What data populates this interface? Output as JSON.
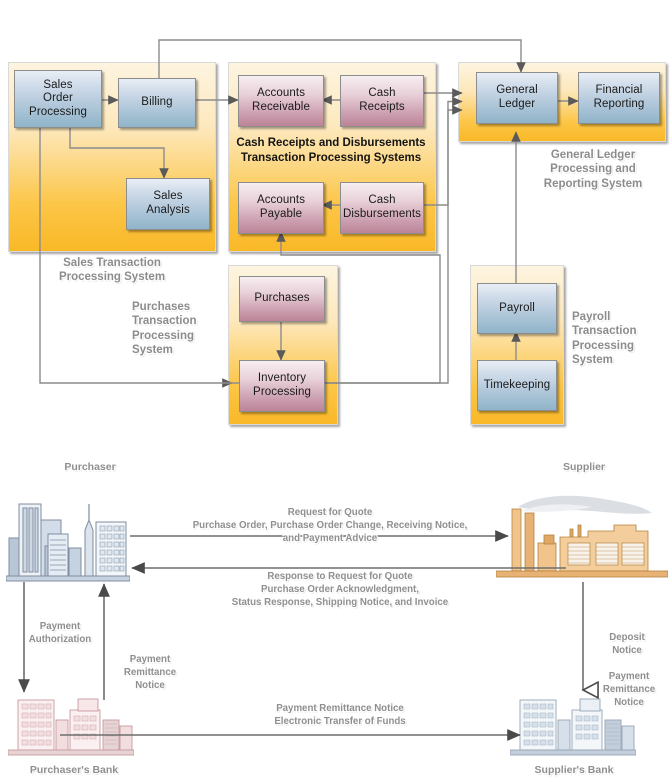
{
  "diagram": {
    "title": "Transaction Processing Systems and EDI Trading Partner Flows",
    "colors": {
      "panel_top": "#fdf4e0",
      "panel_bottom": "#f9b827",
      "box_blue": "#a9c3d6",
      "box_rose": "#cc9fb0",
      "connector": "#8c8c8c",
      "caption_text": "#8c8c8c",
      "city_blue": "#c9d4e2",
      "factory_tan": "#f0c48a",
      "bank_pink": "#f2dede",
      "bank_blue": "#d6e0ea"
    }
  },
  "top_diagram": {
    "panels": {
      "sales": {
        "caption": "Sales Transaction\nProcessing System"
      },
      "cash": {
        "inner_label": "Cash Receipts and Disbursements\nTransaction Processing Systems"
      },
      "general_ledger": {
        "caption": "General Ledger\nProcessing and\nReporting System"
      },
      "purchases": {
        "caption": "Purchases\nTransaction\nProcessing\nSystem"
      },
      "payroll": {
        "caption": "Payroll\nTransaction\nProcessing\nSystem"
      }
    },
    "boxes": [
      {
        "id": "sales-order-processing",
        "label": "Sales\nOrder\nProcessing",
        "style": "blue"
      },
      {
        "id": "billing",
        "label": "Billing",
        "style": "blue"
      },
      {
        "id": "sales-analysis",
        "label": "Sales\nAnalysis",
        "style": "blue"
      },
      {
        "id": "accounts-receivable",
        "label": "Accounts\nReceivable",
        "style": "rose"
      },
      {
        "id": "cash-receipts",
        "label": "Cash\nReceipts",
        "style": "rose"
      },
      {
        "id": "accounts-payable",
        "label": "Accounts\nPayable",
        "style": "rose"
      },
      {
        "id": "cash-disbursements",
        "label": "Cash\nDisbursements",
        "style": "rose"
      },
      {
        "id": "purchases",
        "label": "Purchases",
        "style": "rose"
      },
      {
        "id": "inventory-processing",
        "label": "Inventory\nProcessing",
        "style": "rose"
      },
      {
        "id": "general-ledger",
        "label": "General\nLedger",
        "style": "blue"
      },
      {
        "id": "financial-reporting",
        "label": "Financial\nReporting",
        "style": "blue"
      },
      {
        "id": "payroll",
        "label": "Payroll",
        "style": "blue"
      },
      {
        "id": "timekeeping",
        "label": "Timekeeping",
        "style": "blue"
      }
    ]
  },
  "bottom_diagram": {
    "actors": {
      "purchaser": "Purchaser",
      "supplier": "Supplier",
      "purchaser_bank": "Purchaser's Bank",
      "supplier_bank": "Supplier's Bank"
    },
    "flows": {
      "outbound": "Request for Quote\nPurchase Order, Purchase Order Change, Receiving Notice,\nand Payment Advice",
      "inbound": "Response to Request for Quote\nPurchase Order Acknowledgment,\nStatus Response, Shipping Notice, and Invoice",
      "payment_authorization": "Payment\nAuthorization",
      "payment_remittance_left": "Payment\nRemittance\nNotice",
      "deposit_notice": "Deposit\nNotice",
      "payment_remittance_right": "Payment\nRemittance\nNotice",
      "bank_transfer": "Payment Remittance Notice\nElectronic Transfer of Funds"
    }
  }
}
